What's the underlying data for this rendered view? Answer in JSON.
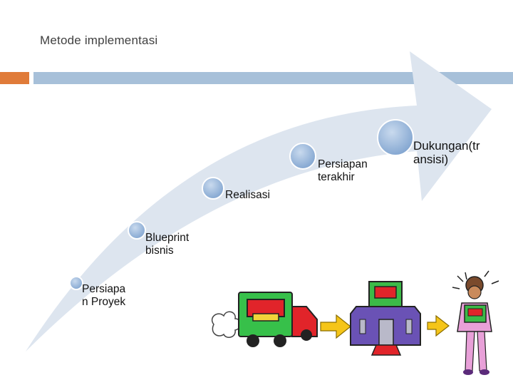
{
  "slide": {
    "title": "Metode implementasi",
    "colors": {
      "accent_orange": "#e07b39",
      "accent_blue": "#a7c0d9",
      "arrow": "#dde5ef",
      "circle": "#8fb0d5"
    }
  },
  "steps": [
    {
      "label": "Persiapa\nn Proyek"
    },
    {
      "label": "Blueprint\nbisnis"
    },
    {
      "label": "Realisasi"
    },
    {
      "label": "Persiapan\nterakhir"
    },
    {
      "label": "Dukungan(tr\nansisi)"
    }
  ],
  "clipart": [
    "cart-with-cloud-icon",
    "arrow-right-icon",
    "building-icon",
    "arrow-right-icon",
    "person-with-box-icon"
  ]
}
